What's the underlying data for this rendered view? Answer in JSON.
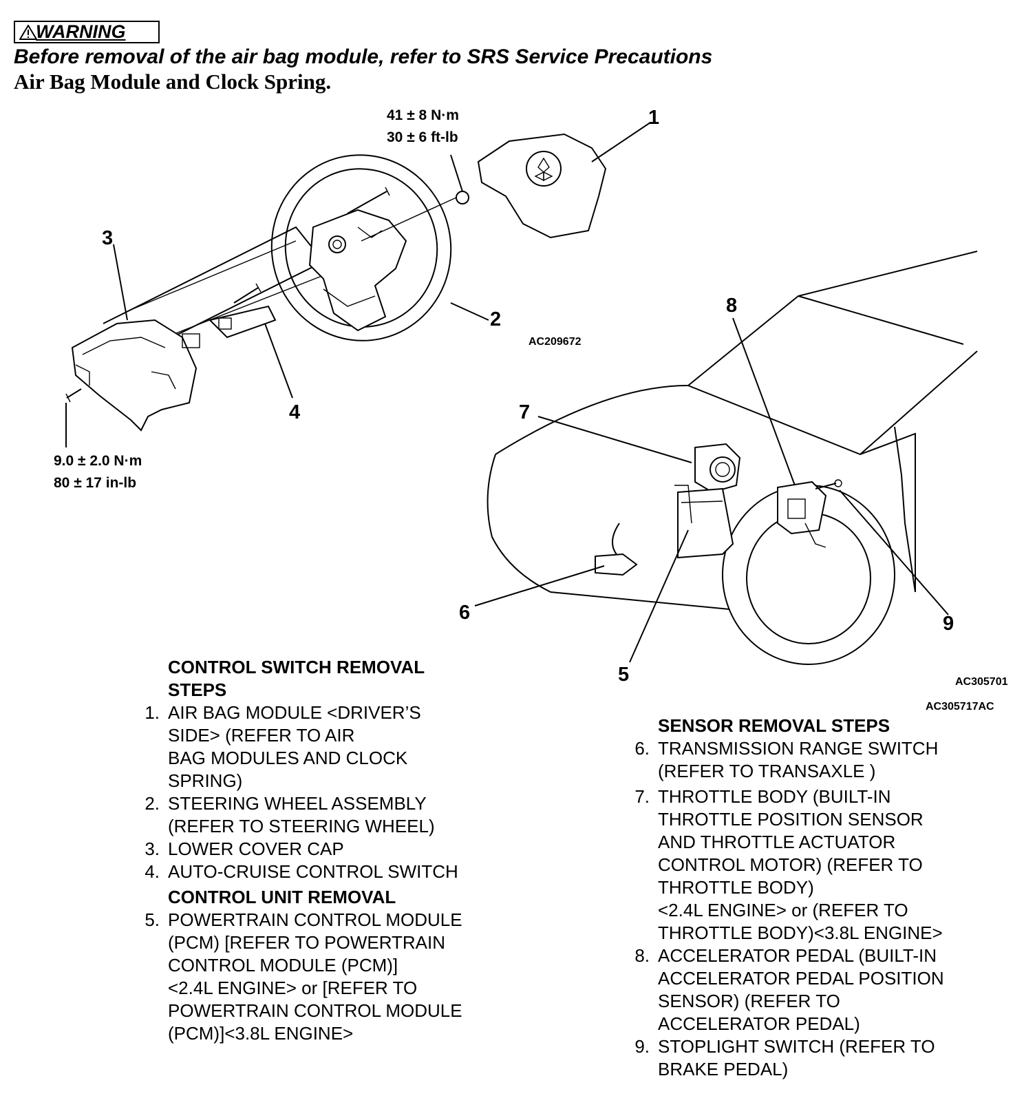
{
  "warning": {
    "label": "WARNING",
    "text": "Before removal of the air bag module, refer to SRS Service Precautions"
  },
  "subtitle": "Air Bag Module and Clock Spring.",
  "torque": {
    "nut": [
      "41 ± 8 N·m",
      "30 ± 6 ft-lb"
    ],
    "screw": [
      "9.0 ± 2.0 N·m",
      "80 ± 17 in-lb"
    ]
  },
  "callouts": [
    "1",
    "2",
    "3",
    "4",
    "5",
    "6",
    "7",
    "8",
    "9"
  ],
  "codes": {
    "steering": "AC209672",
    "vehicle": "AC305701",
    "sheet": "AC305717AC"
  },
  "control_switch": {
    "heading": "CONTROL SWITCH REMOVAL\nSTEPS",
    "items": [
      {
        "num": "1.",
        "text": "AIR BAG MODULE <DRIVER’S\nSIDE> (REFER TO AIR\nBAG MODULES AND CLOCK\nSPRING)"
      },
      {
        "num": "2.",
        "text": "STEERING WHEEL ASSEMBLY\n(REFER TO STEERING WHEEL)"
      },
      {
        "num": "3.",
        "text": "LOWER COVER CAP"
      },
      {
        "num": "4.",
        "text": "AUTO-CRUISE CONTROL SWITCH"
      }
    ]
  },
  "control_unit": {
    "heading": "CONTROL UNIT REMOVAL",
    "items": [
      {
        "num": "5.",
        "text": "POWERTRAIN CONTROL MODULE\n(PCM) [REFER TO POWERTRAIN\nCONTROL MODULE (PCM)]\n<2.4L ENGINE> or [REFER TO\nPOWERTRAIN CONTROL MODULE\n(PCM)]<3.8L ENGINE>"
      }
    ]
  },
  "sensor": {
    "heading": "SENSOR REMOVAL STEPS",
    "items": [
      {
        "num": "6.",
        "text": "TRANSMISSION RANGE SWITCH\n(REFER TO TRANSAXLE )"
      },
      {
        "num": "7.",
        "text": "THROTTLE BODY (BUILT-IN\nTHROTTLE POSITION SENSOR\nAND THROTTLE ACTUATOR\nCONTROL MOTOR) (REFER TO\nTHROTTLE BODY)\n<2.4L ENGINE> or (REFER TO\nTHROTTLE BODY)<3.8L ENGINE>"
      },
      {
        "num": "8.",
        "text": "ACCELERATOR PEDAL (BUILT-IN\nACCELERATOR PEDAL POSITION\nSENSOR) (REFER TO\nACCELERATOR PEDAL)"
      },
      {
        "num": "9.",
        "text": "STOPLIGHT SWITCH (REFER TO\nBRAKE PEDAL)"
      }
    ]
  }
}
